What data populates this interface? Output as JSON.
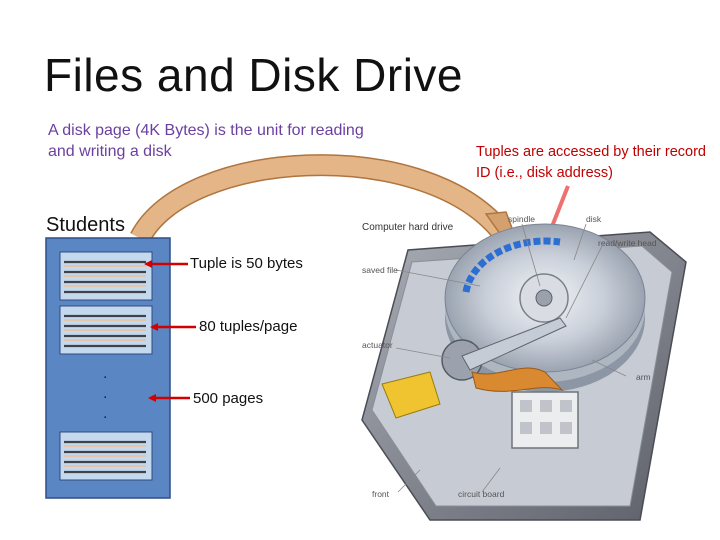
{
  "slide": {
    "title": "Files and Disk Drive",
    "page_unit_text": "A disk page (4K Bytes)  is the unit for reading and writing a disk",
    "record_id_text": "Tuples are accessed by their record ID (i.e., disk address)",
    "file_label": "Students",
    "tuple_label": "Tuple is 50 bytes",
    "per_page_label": "80 tuples/page",
    "pages_label": "500 pages",
    "ellipsis": ".",
    "colors": {
      "title": "#111111",
      "purple_text": "#6b3fa0",
      "red_text": "#c00000",
      "file_block": "#5b86c4",
      "arrow_red": "#d40000",
      "curved_arrow": "#d4a06e"
    }
  },
  "hard_drive": {
    "caption": "Computer hard drive",
    "labels": {
      "spindle": "spindle",
      "disk": "disk",
      "head": "read/write head",
      "saved": "saved file",
      "actuator": "actuator",
      "arm": "arm",
      "front": "front",
      "board": "circuit board"
    }
  }
}
